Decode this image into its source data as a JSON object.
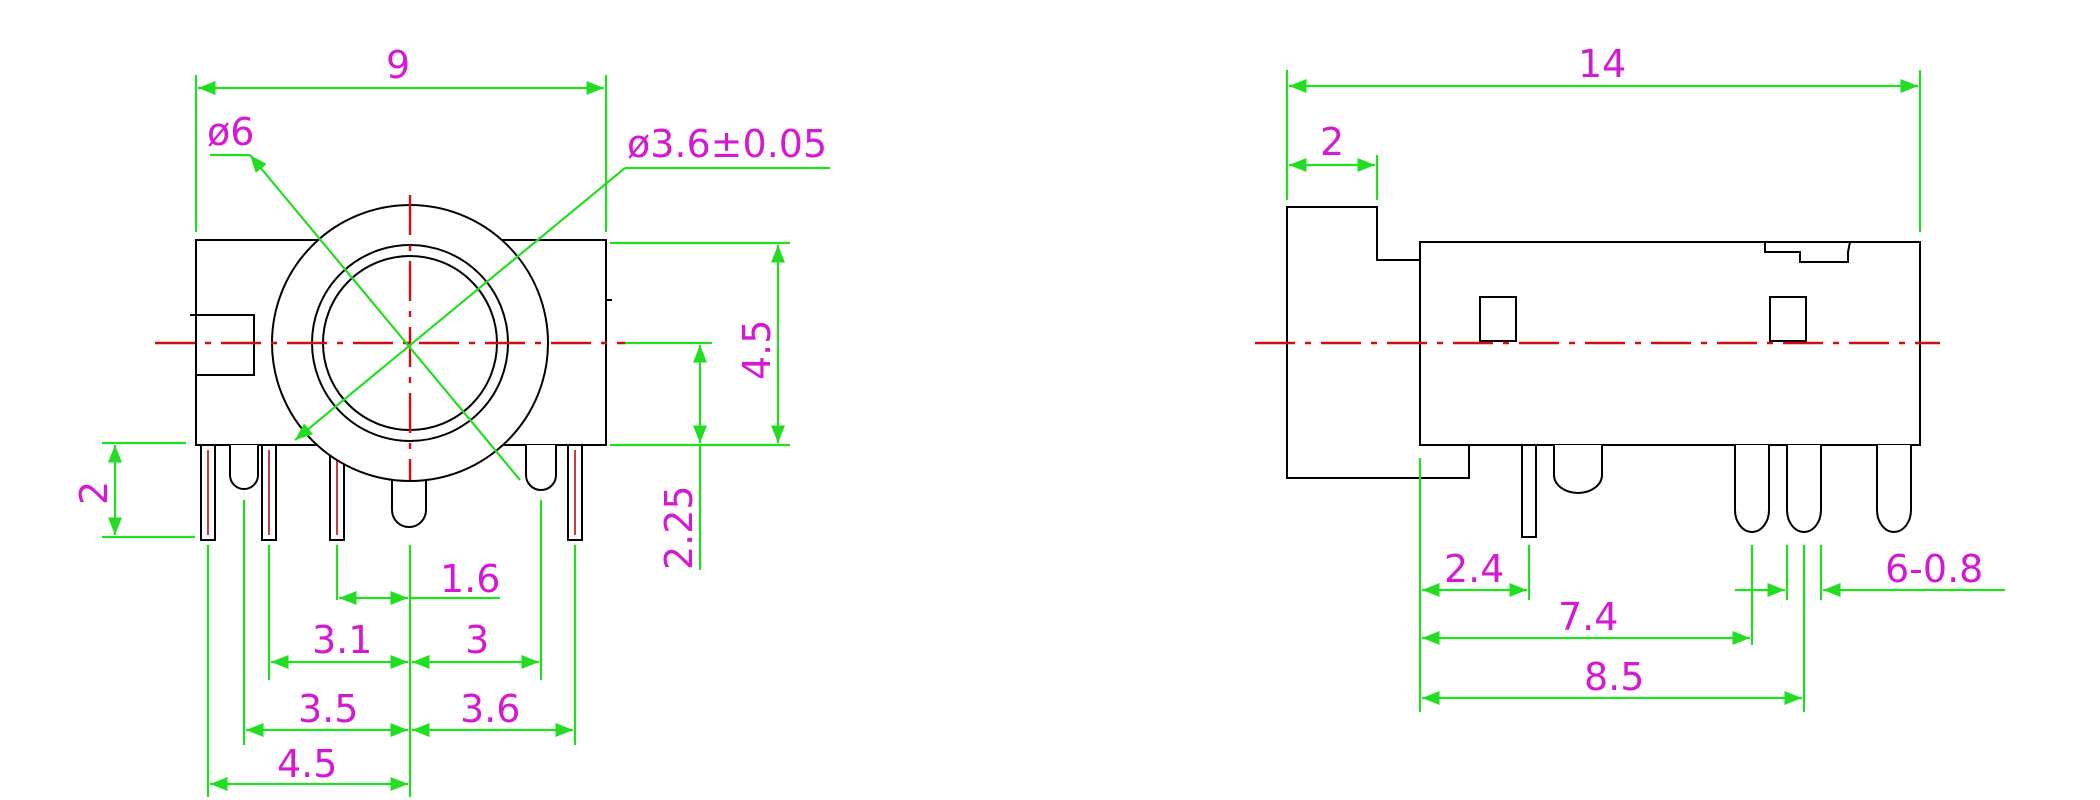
{
  "front_view": {
    "width": "9",
    "outer_diameter": "ø6",
    "hole_diameter": "ø3.6±0.05",
    "height": "4.5",
    "pin_length": "2",
    "center_height": "2.25",
    "pitch_1_6": "1.6",
    "pitch_3_1": "3.1",
    "pitch_3": "3",
    "pitch_3_5": "3.5",
    "pitch_3_6": "3.6",
    "pitch_4_5": "4.5"
  },
  "side_view": {
    "length": "14",
    "flange": "2",
    "dim_2_4": "2.4",
    "dim_7_4": "7.4",
    "dim_8_5": "8.5",
    "pin_note": "6-0.8"
  },
  "colors": {
    "outline": "#000000",
    "dimension_lines": "#22dd22",
    "dimension_text": "#d419d4",
    "center_lines": "#d01010"
  }
}
